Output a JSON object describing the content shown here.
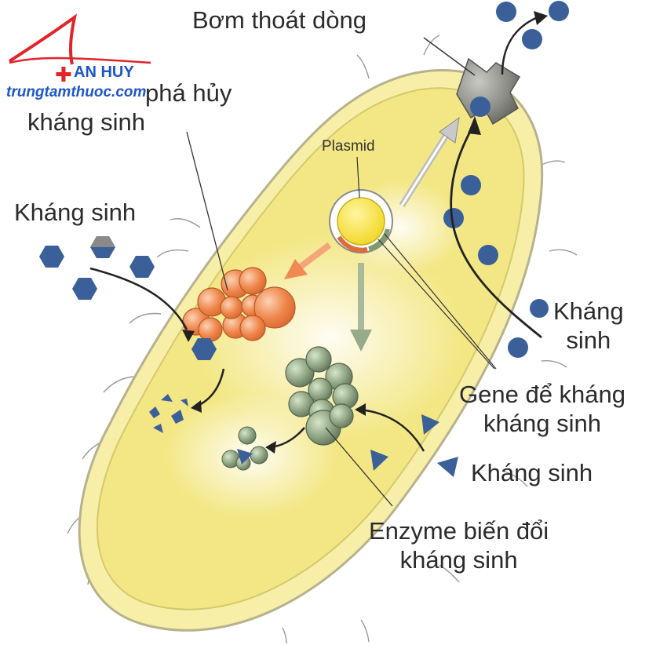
{
  "labels": {
    "efflux_pump": "Bơm thoát dòng",
    "destroy_line1": "phá hủy",
    "destroy_line2": "kháng sinh",
    "antibiotic_left": "Kháng sinh",
    "antibiotic_right_line1": "Kháng",
    "antibiotic_right_line2": "sinh",
    "gene_line1": "Gene để kháng",
    "gene_line2": "kháng sinh",
    "antibiotic_bottom": "Kháng sinh",
    "enzyme_line1": "Enzyme biến đổi",
    "enzyme_line2": "kháng sinh",
    "plasmid": "Plasmid"
  },
  "logo": {
    "name": "AN HUY",
    "url": "trungtamthuoc.com"
  },
  "colors": {
    "cell_fill": "#f7eea8",
    "cytoplasm": "#f1e36a",
    "orange_enzyme": "#f08a4f",
    "green_enzyme": "#8fa384",
    "antibiotic_blue": "#3b5f98",
    "logo_red": "#e0242a",
    "logo_blue": "#1d56c9"
  }
}
